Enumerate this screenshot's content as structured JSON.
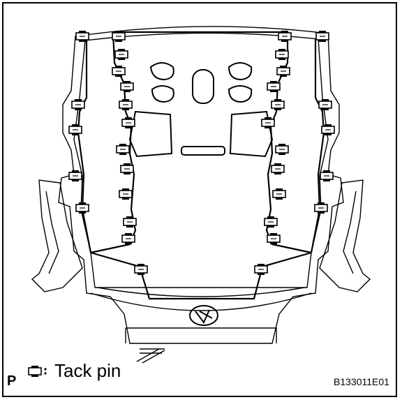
{
  "figure": {
    "corner_label": "P",
    "legend": {
      "symbol": "tack-pin-symbol",
      "text": "Tack pin"
    },
    "figure_code": "B133011E01"
  },
  "diagram": {
    "subject": "seat-back-pad",
    "fastener_type": "tack-pin",
    "line_color": "#000000",
    "background": "#ffffff"
  }
}
